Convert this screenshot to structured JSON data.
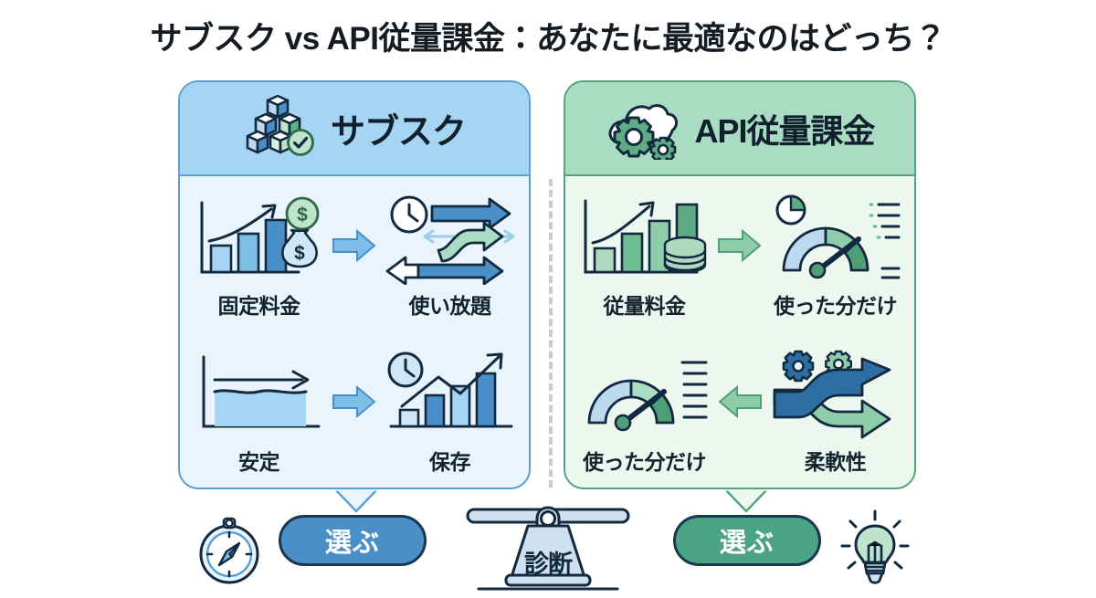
{
  "title": "サブスク vs API従量課金：あなたに最適なのはどっち？",
  "colors": {
    "blue_accent": "#4a8fc7",
    "blue_border": "#5a9fd4",
    "blue_head": "#a6d5f3",
    "blue_body": "#e9f4fc",
    "green_accent": "#4aa382",
    "green_border": "#55a37c",
    "green_head": "#a9dcc2",
    "green_body": "#ebf7ef",
    "ink": "#12293f",
    "divider": "#c7ccd1",
    "background": "#ffffff"
  },
  "panels": [
    {
      "id": "subscription",
      "head": {
        "title": "サブスク",
        "icon": "stacked-cubes-check-icon"
      },
      "rows": [
        {
          "left": {
            "label": "固定料金",
            "icon": "bar-chart-money-icon"
          },
          "arrow": {
            "direction": "right",
            "icon": "arrow-right-icon"
          },
          "right": {
            "label": "使い放題",
            "icon": "clock-bidirectional-arrows-icon"
          }
        },
        {
          "left": {
            "label": "安定",
            "icon": "flat-water-level-icon"
          },
          "arrow": {
            "direction": "right",
            "icon": "arrow-right-icon"
          },
          "right": {
            "label": "保存",
            "icon": "clock-growth-chart-icon"
          }
        }
      ],
      "cta": {
        "label": "選ぶ",
        "icon": "compass-icon"
      }
    },
    {
      "id": "api-usage-based",
      "head": {
        "title": "API従量課金",
        "icon": "cloud-gears-icon"
      },
      "rows": [
        {
          "left": {
            "label": "従量料金",
            "icon": "bar-chart-coins-icon"
          },
          "arrow": {
            "direction": "right",
            "icon": "arrow-right-icon"
          },
          "right": {
            "label": "使った分だけ",
            "icon": "gauge-pie-icon"
          }
        },
        {
          "left": {
            "label": "使った分だけ",
            "icon": "gauge-icon"
          },
          "arrow": {
            "direction": "left",
            "icon": "arrow-left-icon"
          },
          "right": {
            "label": "柔軟性",
            "icon": "gears-crossing-arrows-icon"
          }
        }
      ],
      "cta": {
        "label": "選ぶ",
        "icon": "lightbulb-icon"
      }
    }
  ],
  "center": {
    "label": "診断",
    "icon": "balance-scale-icon"
  }
}
